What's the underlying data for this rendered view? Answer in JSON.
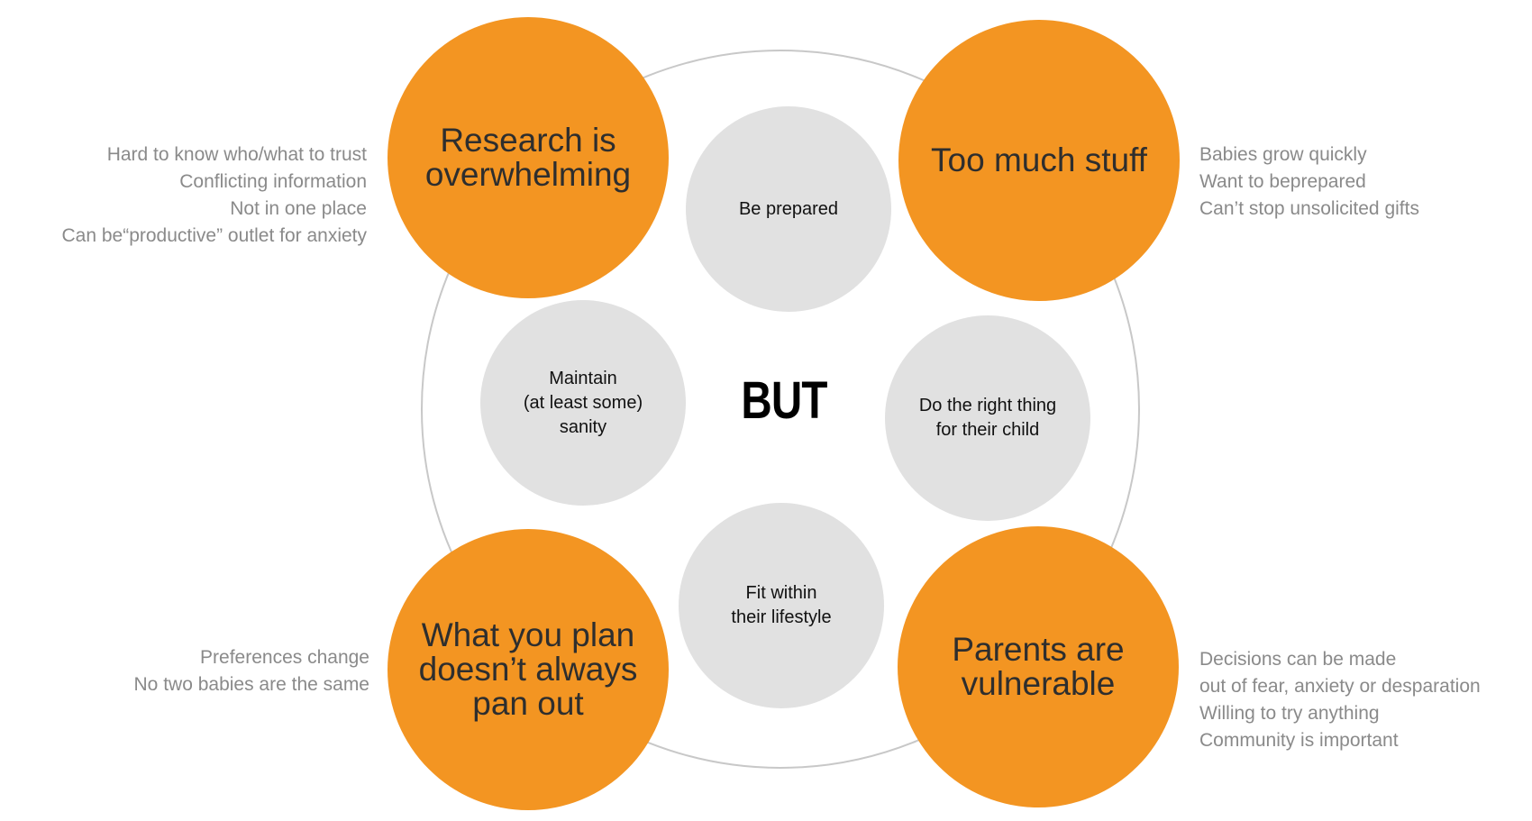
{
  "theme": {
    "accent": "#f39522",
    "inner_fill": "#e1e1e1",
    "ring": "#c8c8c8",
    "note_text": "#8a8a8a"
  },
  "center": "BUT",
  "challenges": {
    "top_left": "Research is overwhelming",
    "top_right": "Too much stuff",
    "bottom_left": "What you plan doesn’t always pan out",
    "bottom_right": "Parents are vulnerable"
  },
  "goals": {
    "top": "Be prepared",
    "left": [
      "Maintain",
      "(at least some)",
      "sanity"
    ],
    "right": [
      "Do the right thing",
      "for their child"
    ],
    "bottom": [
      "Fit within",
      "their lifestyle"
    ]
  },
  "notes": {
    "top_left": [
      "Hard to know who/what to trust",
      "Conflicting information",
      "Not in one place",
      "Can be“productive” outlet for anxiety"
    ],
    "top_right": [
      "Babies grow quickly",
      "Want to beprepared",
      "Can’t stop unsolicited gifts"
    ],
    "bottom_left": [
      "Preferences change",
      "No two babies are the same"
    ],
    "bottom_right": [
      "Decisions can be made",
      "out of fear, anxiety or desparation",
      "Willing to try anything",
      "Community is important"
    ]
  }
}
